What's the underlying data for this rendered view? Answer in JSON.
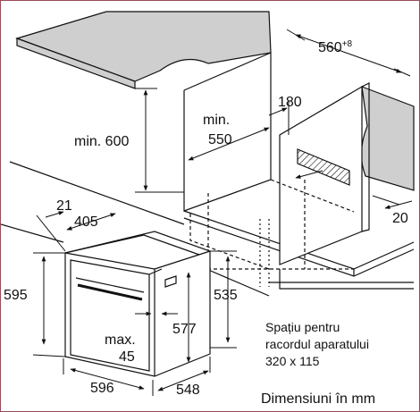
{
  "diagram": {
    "labels": {
      "depth_niche": "560",
      "depth_niche_tolerance": "+8",
      "height_min_label": "min. 600",
      "width_min_prefix": "min.",
      "width_min_value": "550",
      "dim_180": "180",
      "dim_20": "20",
      "dim_21": "21",
      "dim_405": "405",
      "dim_595": "595",
      "dim_535": "535",
      "dim_577": "577",
      "max_prefix": "max.",
      "max_value": "45",
      "dim_596": "596",
      "dim_548": "548"
    },
    "note_lines": [
      "Spațiu pentru",
      "racordul aparatului",
      "320 x 115"
    ],
    "units_caption": "Dimensiuni în mm"
  },
  "colors": {
    "frame": "#9a4a5a",
    "shade": "#cfcfcf",
    "line": "#111111"
  }
}
